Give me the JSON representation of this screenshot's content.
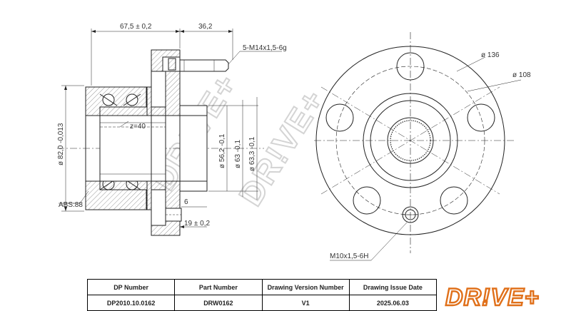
{
  "watermark": "DR!VE+",
  "side_view": {
    "dims": {
      "width_total": "67,5 ± 0,2",
      "stud_length": "36,2",
      "thread": "5-M14x1,5-6g",
      "teeth": "z=40",
      "bore_d": "ø 82,0 -0,013",
      "abs": "ABS:88",
      "pilot_d": "ø 56,2 -0,1",
      "flange_d1": "ø 63 -0,1",
      "flange_d2": "ø 63,3 -0,1",
      "small": "6",
      "flange_w": "19 ± 0,2"
    }
  },
  "front_view": {
    "dims": {
      "pcd_outer": "ø 136",
      "pcd": "ø 108",
      "screw": "M10x1,5-6H"
    }
  },
  "title_block": {
    "headers": [
      "DP Number",
      "Part Number",
      "Drawing Version Number",
      "Drawing Issue Date"
    ],
    "values": [
      "DP2010.10.0162",
      "DRW0162",
      "V1",
      "2025.06.03"
    ]
  },
  "logo": {
    "text": "DR!VE+",
    "color": "#e0701a"
  }
}
